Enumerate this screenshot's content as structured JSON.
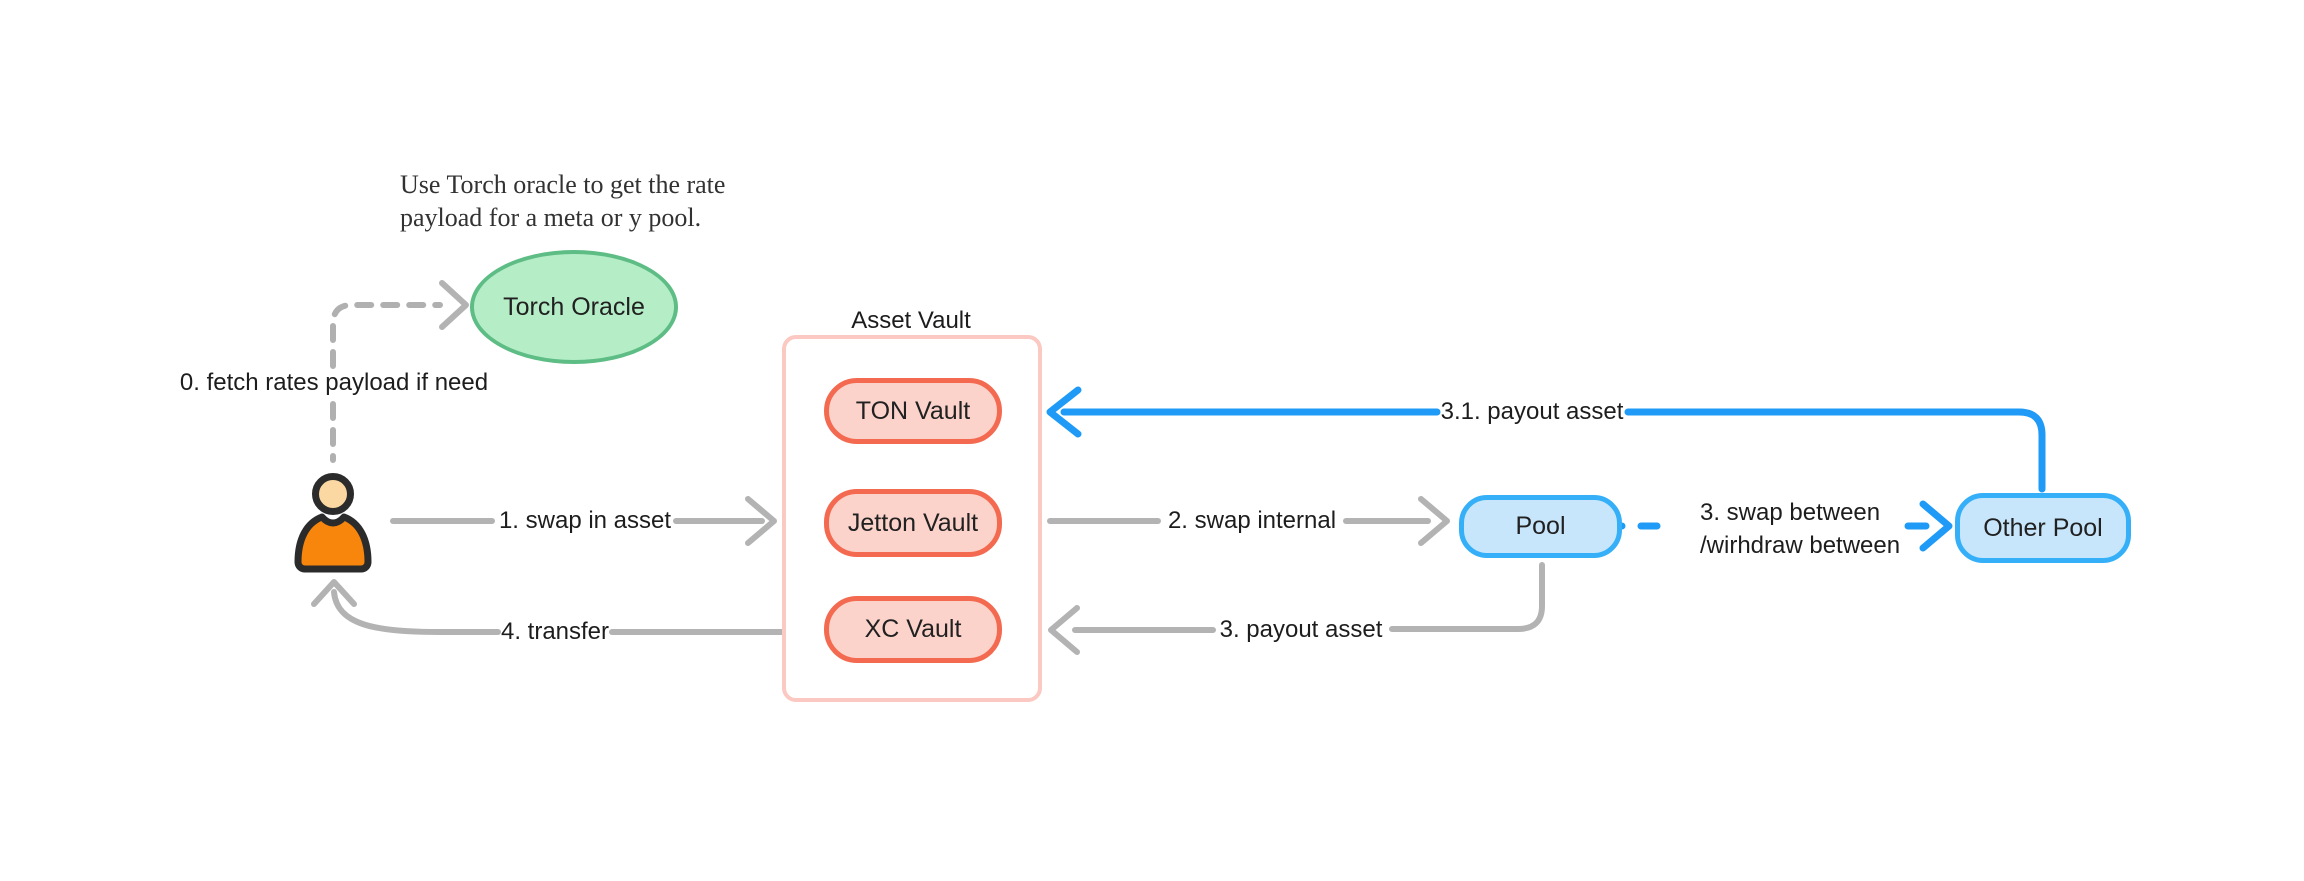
{
  "diagram": {
    "note": {
      "line1": "Use Torch oracle to get the rate",
      "line2": "payload for a meta or y pool."
    },
    "nodes": {
      "torch_oracle": {
        "label": "Torch Oracle",
        "fill": "#b5edc6",
        "border": "#5dbd85"
      },
      "asset_vault": {
        "title": "Asset Vault",
        "fill": "#ffffff",
        "border": "#fbc8c2"
      },
      "ton_vault": {
        "label": "TON Vault",
        "fill": "#fbd3cb",
        "border": "#f46a51"
      },
      "jetton_vault": {
        "label": "Jetton Vault",
        "fill": "#fbd3cb",
        "border": "#f46a51"
      },
      "xc_vault": {
        "label": "XC Vault",
        "fill": "#fbd3cb",
        "border": "#f46a51"
      },
      "pool": {
        "label": "Pool",
        "fill": "#c8e6fb",
        "border": "#35b0f8"
      },
      "other_pool": {
        "label": "Other Pool",
        "fill": "#c8e6fb",
        "border": "#35b0f8"
      }
    },
    "edges": {
      "fetch_rates": {
        "label": "0. fetch rates payload if need",
        "color": "#b0b0b0",
        "style": "dashed"
      },
      "swap_in": {
        "label": "1. swap in asset",
        "color": "#b3b3b3",
        "style": "solid"
      },
      "swap_internal": {
        "label": "2. swap internal",
        "color": "#b3b3b3",
        "style": "solid"
      },
      "payout_asset": {
        "label": "3. payout asset",
        "color": "#b3b3b3",
        "style": "solid"
      },
      "swap_between": {
        "label_line1": "3. swap between",
        "label_line2": "/wirhdraw between",
        "color": "#1f9bf7",
        "style": "dashed"
      },
      "payout_asset_31": {
        "label": "3.1. payout asset",
        "color": "#1f9bf7",
        "style": "solid"
      },
      "transfer": {
        "label": "4. transfer",
        "color": "#b3b3b3",
        "style": "solid"
      }
    },
    "icons": {
      "person": "person-icon"
    },
    "colors": {
      "background": "#ffffff",
      "arrow_gray": "#b3b3b3",
      "arrow_blue": "#1f9bf7",
      "text": "#1d1d1d",
      "person_body": "#f8860d",
      "person_head": "#fbd7a2",
      "person_outline": "#2b2b2b"
    }
  }
}
